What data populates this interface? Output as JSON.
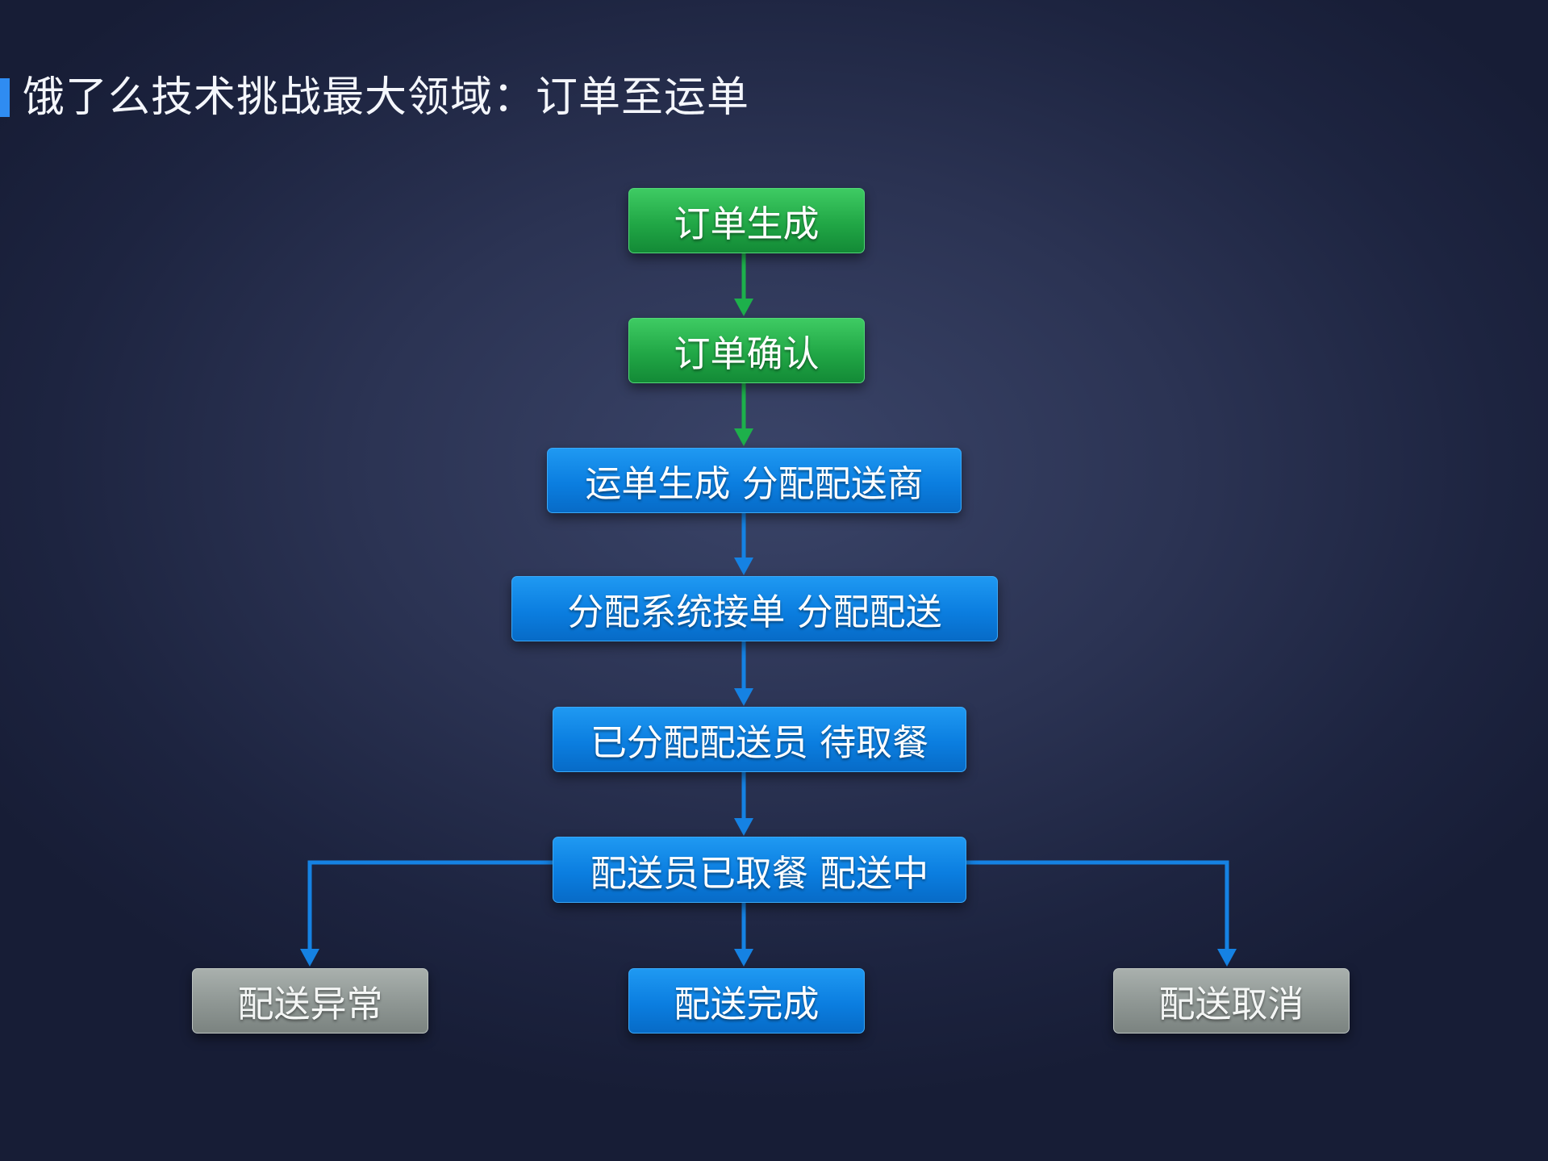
{
  "page": {
    "title": "饿了么技术挑战最大领域：订单至运单"
  },
  "colors": {
    "title_accent": "#2f8cf2",
    "green_step": "#21a746",
    "blue_step": "#0b7ee0",
    "gray_step": "#8e9693",
    "green_arrow": "#1db04b",
    "blue_arrow": "#1582e3"
  },
  "flow": {
    "order_created": "订单生成",
    "order_confirmed": "订单确认",
    "waybill_created": "运单生成 分配配送商",
    "dispatch_accepted": "分配系统接单 分配配送",
    "rider_assigned": "已分配配送员 待取餐",
    "rider_picked_up": "配送员已取餐 配送中",
    "delivery_exception": "配送异常",
    "delivery_completed": "配送完成",
    "delivery_cancelled": "配送取消"
  }
}
